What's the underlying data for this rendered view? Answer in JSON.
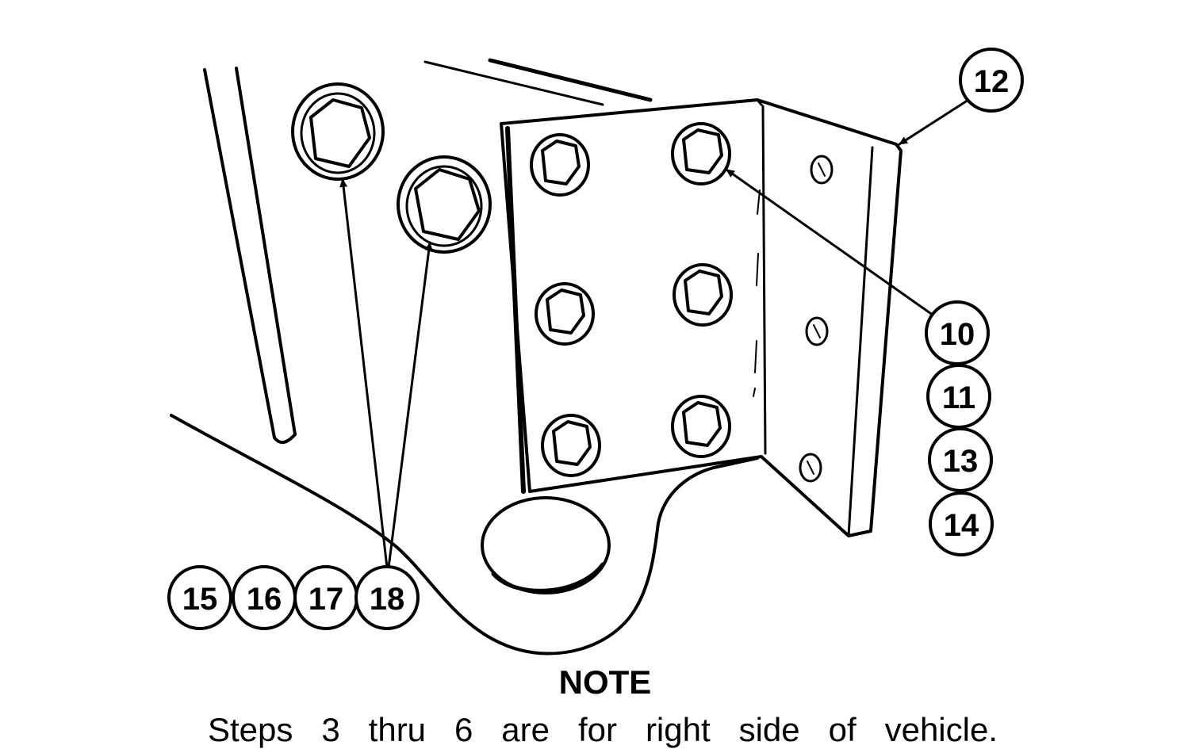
{
  "callouts": {
    "c12": "12",
    "c10": "10",
    "c11": "11",
    "c13": "13",
    "c14": "14",
    "c15": "15",
    "c16": "16",
    "c17": "17",
    "c18": "18"
  },
  "note": {
    "heading": "NOTE",
    "body": "Steps 3 thru 6 are for right side of vehicle."
  }
}
